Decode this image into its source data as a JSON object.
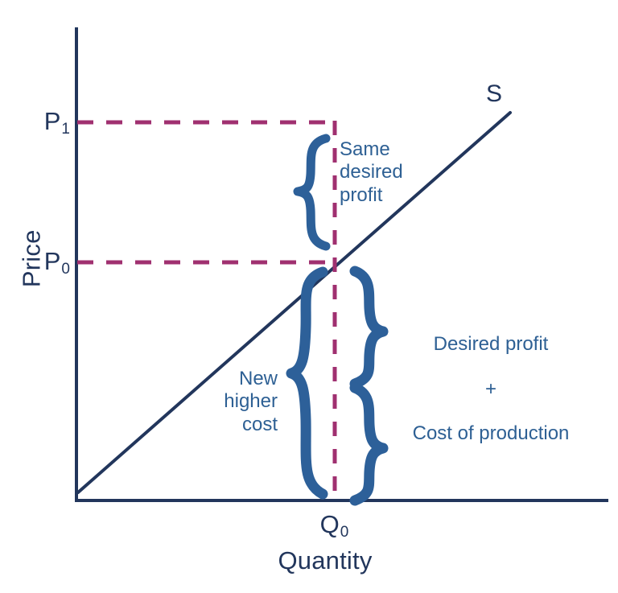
{
  "figure": {
    "type": "economics-supply-curve-diagram",
    "background_color": "#ffffff"
  },
  "colors": {
    "axis": "#22365c",
    "supply_line": "#22365c",
    "dashed_guide": "#a03070",
    "brace": "#2d6099",
    "note_text": "#2e6094",
    "label_text": "#22365c"
  },
  "axes": {
    "y_title": "Price",
    "x_title": "Quantity",
    "y_ticks": [
      {
        "label": "P",
        "sub": "1"
      },
      {
        "label": "P",
        "sub": "0"
      }
    ],
    "x_ticks": [
      {
        "label": "Q",
        "sub": "0"
      }
    ]
  },
  "curves": [
    {
      "name": "supply",
      "label": "S"
    }
  ],
  "annotations": {
    "same_desired_profit": "Same\ndesired\nprofit",
    "same_desired_profit_lines": [
      "Same",
      "desired",
      "profit"
    ],
    "new_higher_cost_lines": [
      "New",
      "higher",
      "cost"
    ],
    "desired_profit": "Desired profit",
    "plus": "+",
    "cost_of_production": "Cost of production"
  },
  "chart_data": {
    "type": "line",
    "title": "",
    "xlabel": "Quantity",
    "ylabel": "Price",
    "grid": false,
    "legend": "none",
    "series": [
      {
        "name": "S",
        "label": "S",
        "description": "Upward-sloping supply curve from origin",
        "x": [
          0,
          1
        ],
        "y": [
          0,
          1
        ]
      }
    ],
    "reference_lines": [
      {
        "name": "P1",
        "orientation": "horizontal",
        "label": "P₁",
        "style": "dashed",
        "color": "#a03070"
      },
      {
        "name": "P0",
        "orientation": "horizontal",
        "label": "P₀",
        "style": "dashed",
        "color": "#a03070"
      },
      {
        "name": "Q0",
        "orientation": "vertical",
        "label": "Q₀",
        "style": "dashed",
        "color": "#a03070"
      }
    ],
    "brace_regions": [
      {
        "name": "same-desired-profit",
        "from": "P0",
        "to": "P1",
        "side": "left",
        "label": "Same desired profit"
      },
      {
        "name": "new-higher-cost",
        "from": "0",
        "to": "P0",
        "side": "left",
        "label": "New higher cost"
      },
      {
        "name": "desired-profit",
        "from": "midpoint",
        "to": "P0",
        "side": "right",
        "label": "Desired profit"
      },
      {
        "name": "cost-of-production",
        "from": "0",
        "to": "midpoint",
        "side": "right",
        "label": "Cost of production"
      }
    ]
  }
}
